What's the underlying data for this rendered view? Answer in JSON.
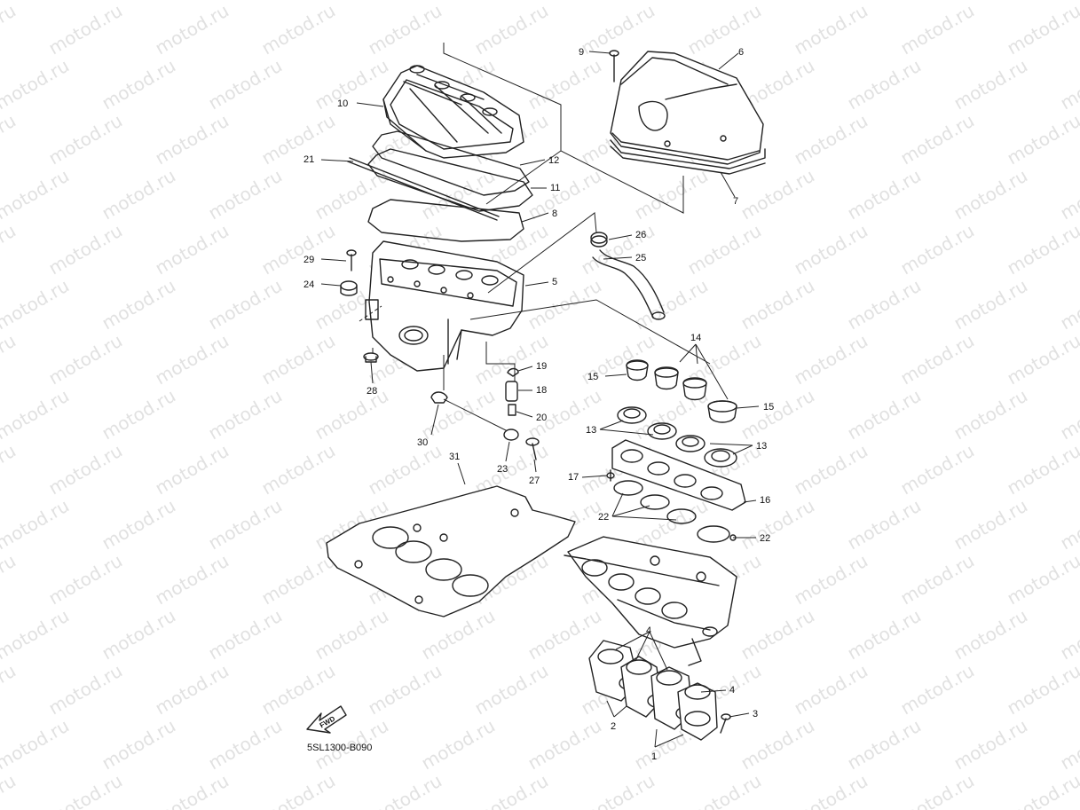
{
  "watermark": {
    "text": "motod.ru",
    "color": "#c9c9c9"
  },
  "diagram": {
    "code": "5SL1300-B090",
    "fwd_label": "FWD",
    "callouts": {
      "c1": "1",
      "c2": "2",
      "c3": "3",
      "c4a": "4",
      "c4b": "4",
      "c5": "5",
      "c6": "6",
      "c7": "7",
      "c8": "8",
      "c9": "9",
      "c10": "10",
      "c11": "11",
      "c12": "12",
      "c13a": "13",
      "c13b": "13",
      "c14": "14",
      "c15a": "15",
      "c15b": "15",
      "c16": "16",
      "c17": "17",
      "c18": "18",
      "c19": "19",
      "c20": "20",
      "c21": "21",
      "c22a": "22",
      "c22b": "22",
      "c23": "23",
      "c24": "24",
      "c25": "25",
      "c26": "26",
      "c27": "27",
      "c28": "28",
      "c29": "29",
      "c30": "30",
      "c31": "31"
    }
  }
}
